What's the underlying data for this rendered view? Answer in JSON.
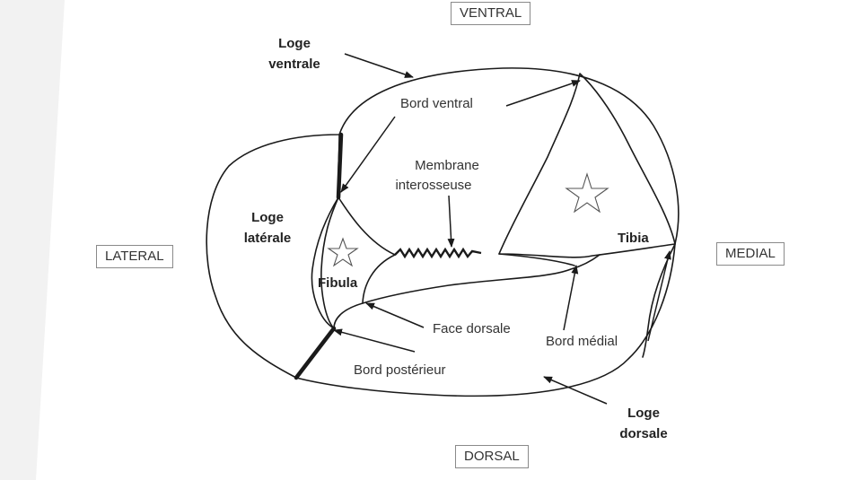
{
  "directions": {
    "ventral": "VENTRAL",
    "dorsal": "DORSAL",
    "lateral": "LATERAL",
    "medial": "MEDIAL"
  },
  "compartments": {
    "ventral_line1": "Loge",
    "ventral_line2": "ventrale",
    "lateral_line1": "Loge",
    "lateral_line2": "latérale",
    "dorsal_line1": "Loge",
    "dorsal_line2": "dorsale"
  },
  "bones": {
    "tibia": "Tibia",
    "fibula": "Fibula"
  },
  "structures": {
    "bord_ventral": "Bord ventral",
    "membrane_line1": "Membrane",
    "membrane_line2": "interosseuse",
    "face_dorsale": "Face dorsale",
    "bord_medial": "Bord médial",
    "bord_posterieur": "Bord postérieur"
  },
  "colors": {
    "line": "#1a1a1a",
    "stripe": "#f3f3f3"
  }
}
